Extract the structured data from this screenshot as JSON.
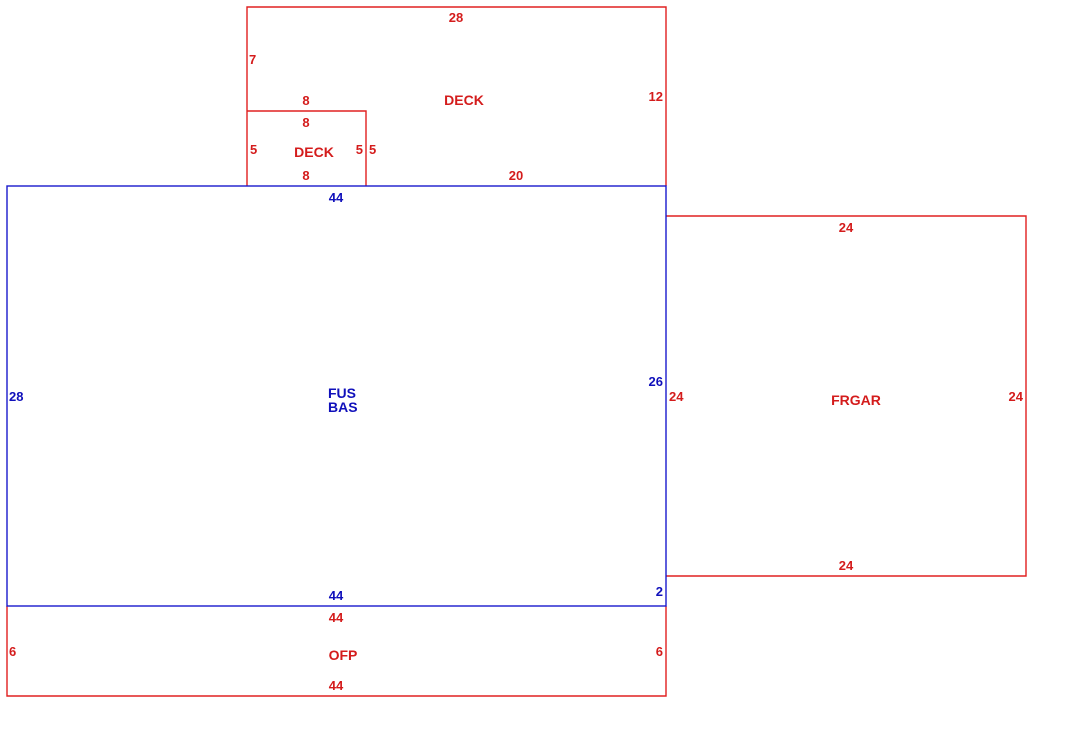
{
  "colors": {
    "red": "#d41c1c",
    "blue": "#1010bb"
  },
  "areas": {
    "deck_upper": {
      "label": "DECK",
      "dims": {
        "top": "28",
        "left": "7",
        "right": "12",
        "bottom": "20",
        "inner_top": "8"
      }
    },
    "deck_small": {
      "label": "DECK",
      "dims": {
        "top": "8",
        "left": "5",
        "right_a": "5",
        "right_b": "5",
        "bottom": "8"
      }
    },
    "main": {
      "label_line1": "FUS",
      "label_line2": "BAS",
      "dims": {
        "top": "44",
        "left": "28",
        "right": "26",
        "bottom": "44",
        "corner": "2"
      }
    },
    "garage": {
      "label": "FRGAR",
      "dims": {
        "top": "24",
        "left": "24",
        "right": "24",
        "bottom": "24"
      }
    },
    "porch": {
      "label": "OFP",
      "dims": {
        "top": "44",
        "left": "6",
        "right": "6",
        "bottom": "44"
      }
    }
  }
}
